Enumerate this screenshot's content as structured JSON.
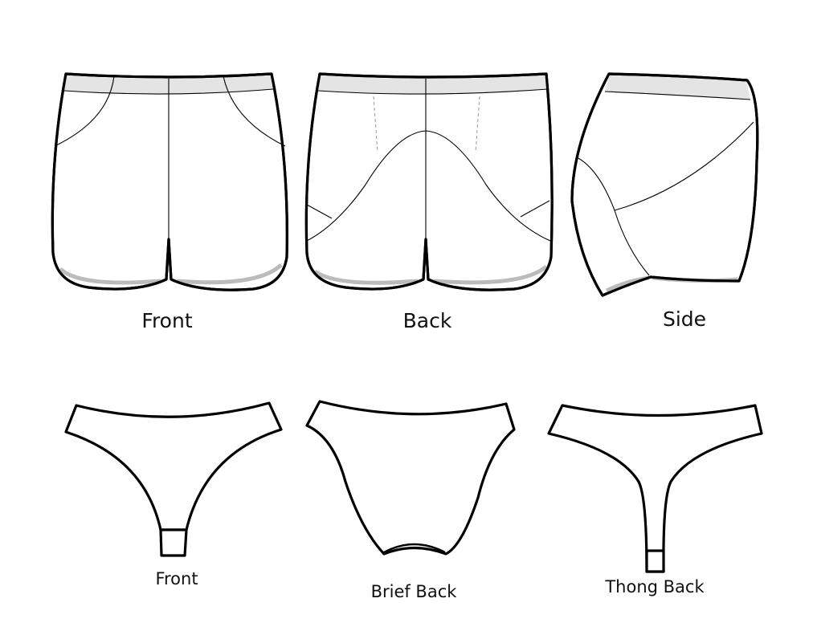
{
  "labels": {
    "shorts_front": "Front",
    "shorts_back": "Back",
    "shorts_side": "Side",
    "brief_front": "Front",
    "brief_back": "Brief Back",
    "thong_back": "Thong Back"
  }
}
